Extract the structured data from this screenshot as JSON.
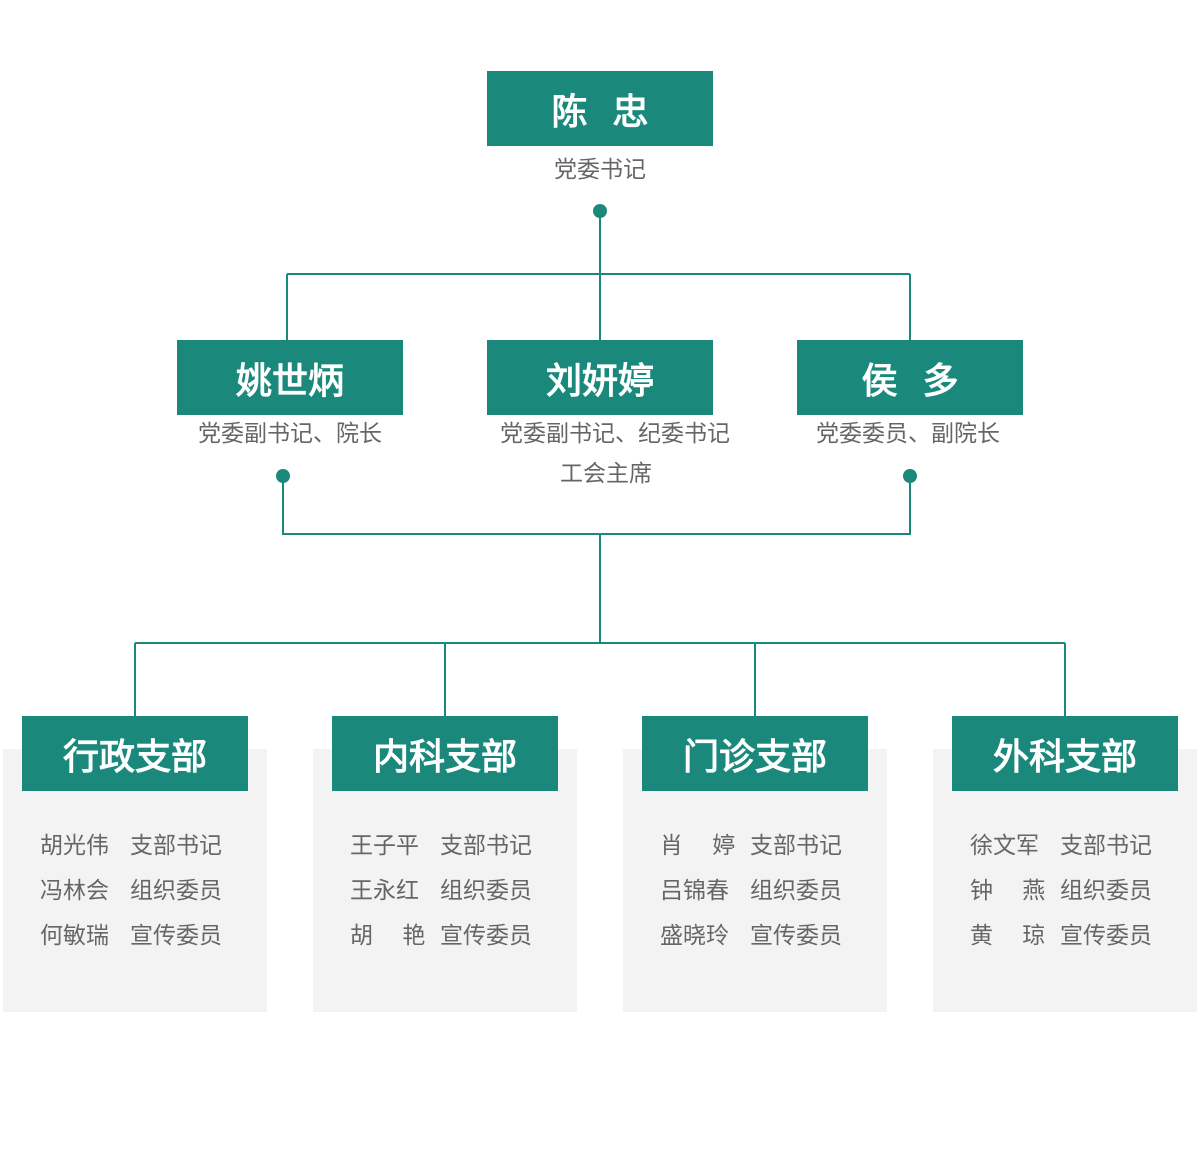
{
  "colors": {
    "accent": "#1a897c",
    "panel_background": "#f3f3f3",
    "role_text": "#666666"
  },
  "top": {
    "name": "陈  忠",
    "role": "党委书记"
  },
  "leaders": [
    {
      "name": "姚世炳",
      "role_lines": [
        "党委副书记、院长"
      ]
    },
    {
      "name": "刘妍婷",
      "role_lines": [
        "党委副书记、纪委书记",
        "工会主席"
      ]
    },
    {
      "name": "侯  多",
      "role_lines": [
        "党委委员、副院长"
      ]
    }
  ],
  "branches": [
    {
      "title": "行政支部",
      "members": [
        {
          "name": "胡光伟",
          "role": "支部书记"
        },
        {
          "name": "冯林会",
          "role": "组织委员"
        },
        {
          "name": "何敏瑞",
          "role": "宣传委员"
        }
      ]
    },
    {
      "title": "内科支部",
      "members": [
        {
          "name": "王子平",
          "role": "支部书记"
        },
        {
          "name": "王永红",
          "role": "组织委员"
        },
        {
          "name": "胡    艳",
          "role": "宣传委员"
        }
      ]
    },
    {
      "title": "门诊支部",
      "members": [
        {
          "name": "肖    婷",
          "role": "支部书记"
        },
        {
          "name": "吕锦春",
          "role": "组织委员"
        },
        {
          "name": "盛晓玲",
          "role": "宣传委员"
        }
      ]
    },
    {
      "title": "外科支部",
      "members": [
        {
          "name": "徐文军",
          "role": "支部书记"
        },
        {
          "name": "钟    燕",
          "role": "组织委员"
        },
        {
          "name": "黄    琼",
          "role": "宣传委员"
        }
      ]
    }
  ]
}
